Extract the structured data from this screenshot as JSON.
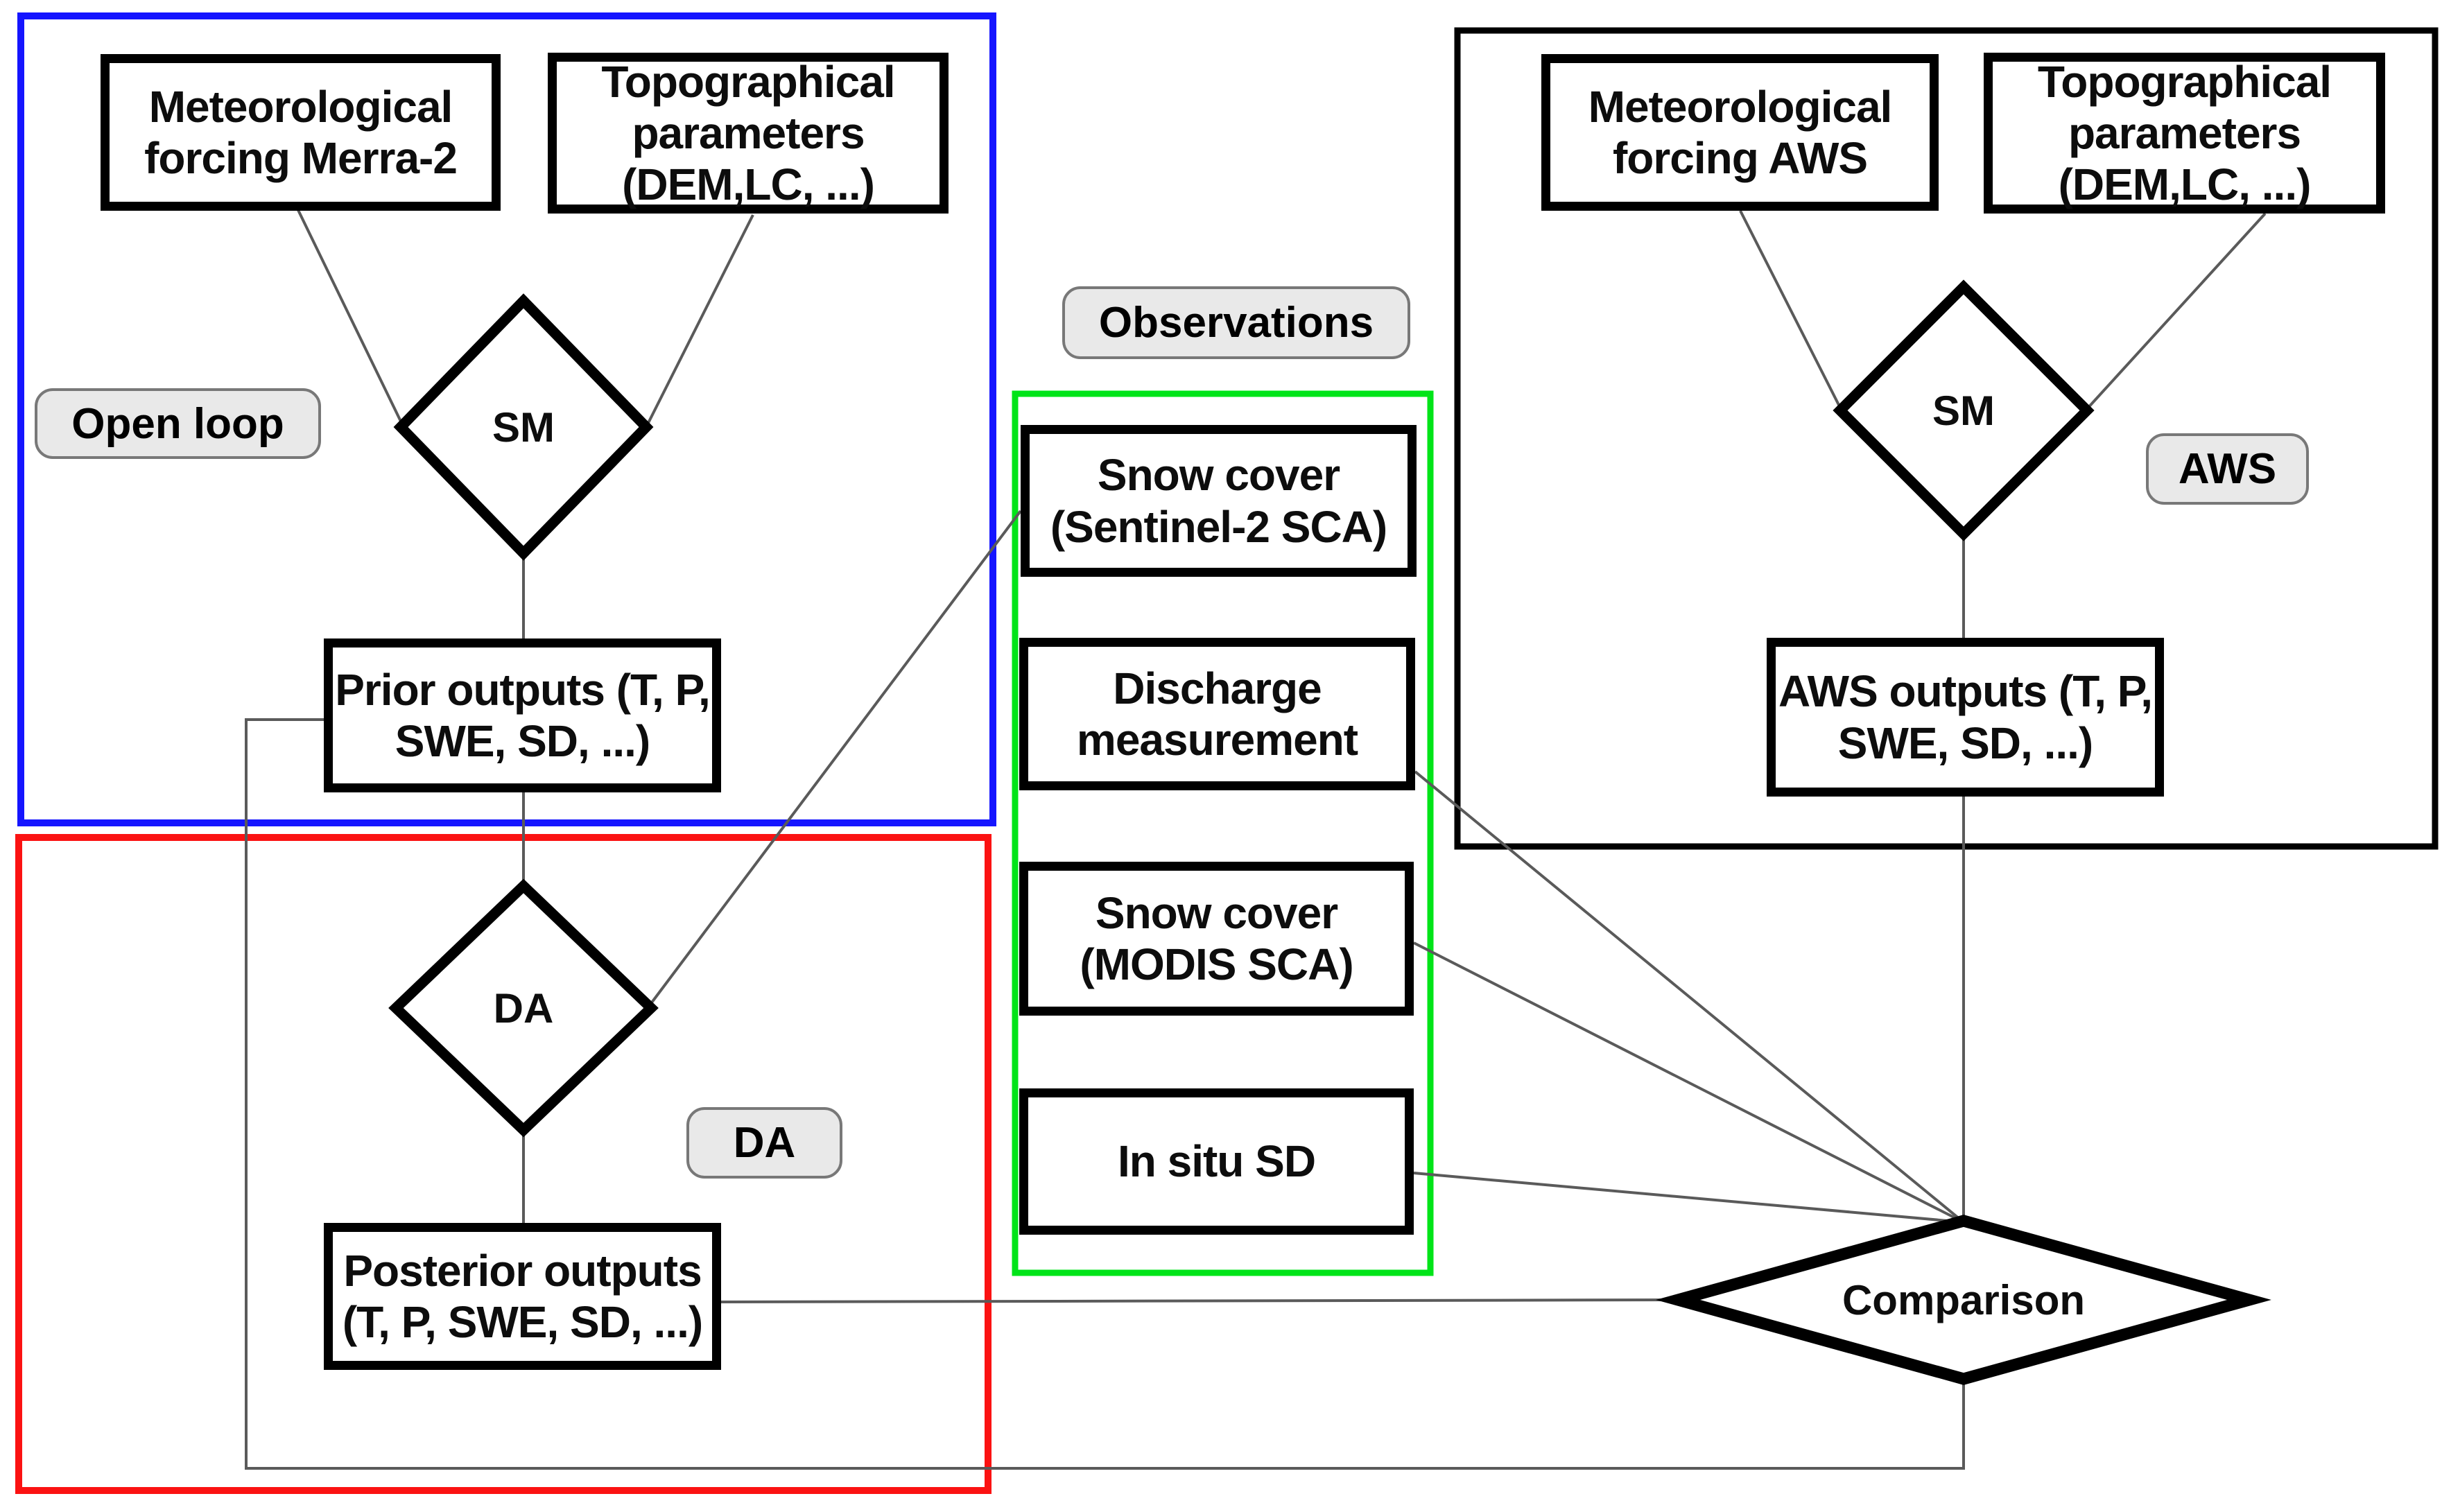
{
  "colors": {
    "open-loop": "#1515ff",
    "da-region": "#fb1212",
    "observations-region": "#00e418",
    "aws-region": "#000000",
    "connector": "#5a5a5a",
    "label-fill": "#e9e9e9",
    "label-border": "#787878"
  },
  "labels": {
    "open_loop": "Open loop",
    "da": "DA",
    "observations": "Observations",
    "aws": "AWS"
  },
  "nodes": {
    "met_merra": {
      "text": "Meteorological\nforcing Merra-2"
    },
    "topo_left": {
      "text": "Topographical\nparameters\n(DEM,LC, ...)"
    },
    "sm_left": {
      "text": "SM"
    },
    "prior": {
      "text": "Prior outputs (T, P,\nSWE, SD, ...)"
    },
    "da_diamond": {
      "text": "DA"
    },
    "posterior": {
      "text": "Posterior outputs\n(T, P, SWE, SD, ...)"
    },
    "snow_sentinel": {
      "text": "Snow cover\n(Sentinel-2 SCA)"
    },
    "discharge": {
      "text": "Discharge\nmeasurement"
    },
    "snow_modis": {
      "text": "Snow cover\n(MODIS SCA)"
    },
    "insitu": {
      "text": "In situ SD"
    },
    "met_aws": {
      "text": "Meteorological\nforcing AWS"
    },
    "topo_right": {
      "text": "Topographical\nparameters\n(DEM,LC, ...)"
    },
    "sm_right": {
      "text": "SM"
    },
    "aws_outputs": {
      "text": "AWS outputs (T, P,\nSWE, SD, ...)"
    },
    "comparison": {
      "text": "Comparison"
    }
  }
}
